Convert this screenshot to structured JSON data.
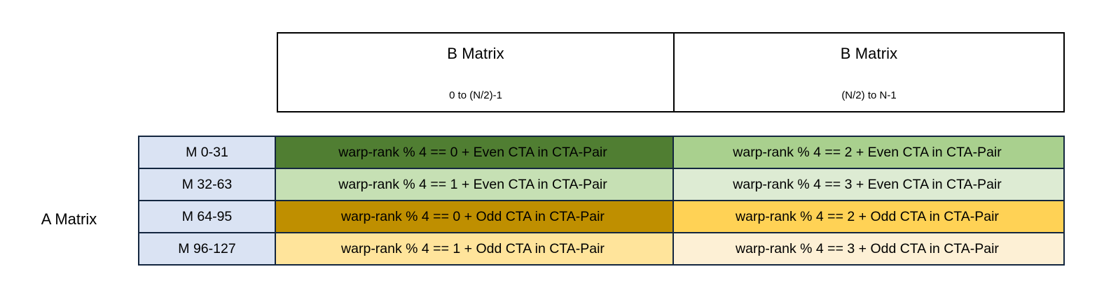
{
  "diagram": {
    "title_row_axis_label": "A Matrix",
    "column_headers": [
      {
        "title": "B Matrix",
        "range": "0 to (N/2)-1"
      },
      {
        "title": "B Matrix",
        "range": "(N/2) to N-1"
      }
    ],
    "row_labels": [
      "M 0-31",
      "M 32-63",
      "M 64-95",
      "M 96-127"
    ],
    "cells": [
      {
        "left": {
          "text": "warp-rank % 4 == 0  + Even CTA in CTA-Pair",
          "bg": "#507E32"
        },
        "right": {
          "text": "warp-rank % 4 == 2  + Even CTA in CTA-Pair",
          "bg": "#A9D08E"
        }
      },
      {
        "left": {
          "text": "warp-rank % 4 == 1  + Even CTA in CTA-Pair",
          "bg": "#C6E0B4"
        },
        "right": {
          "text": "warp-rank % 4 == 3  + Even CTA in CTA-Pair",
          "bg": "#DDEBD3"
        }
      },
      {
        "left": {
          "text": "warp-rank % 4 == 0  + Odd CTA in CTA-Pair",
          "bg": "#BF8F00"
        },
        "right": {
          "text": "warp-rank % 4 == 2  + Odd CTA in CTA-Pair",
          "bg": "#FFD255"
        }
      },
      {
        "left": {
          "text": "warp-rank % 4 == 1  + Odd CTA in CTA-Pair",
          "bg": "#FFE49B"
        },
        "right": {
          "text": "warp-rank % 4 == 3  + Odd CTA in CTA-Pair",
          "bg": "#FDF0D5"
        }
      }
    ],
    "colors": {
      "row_label_bg": "#DAE3F3",
      "grid_border": "#13263F",
      "header_border": "#000000",
      "header_bg": "#FFFFFF",
      "text": "#000000"
    }
  }
}
